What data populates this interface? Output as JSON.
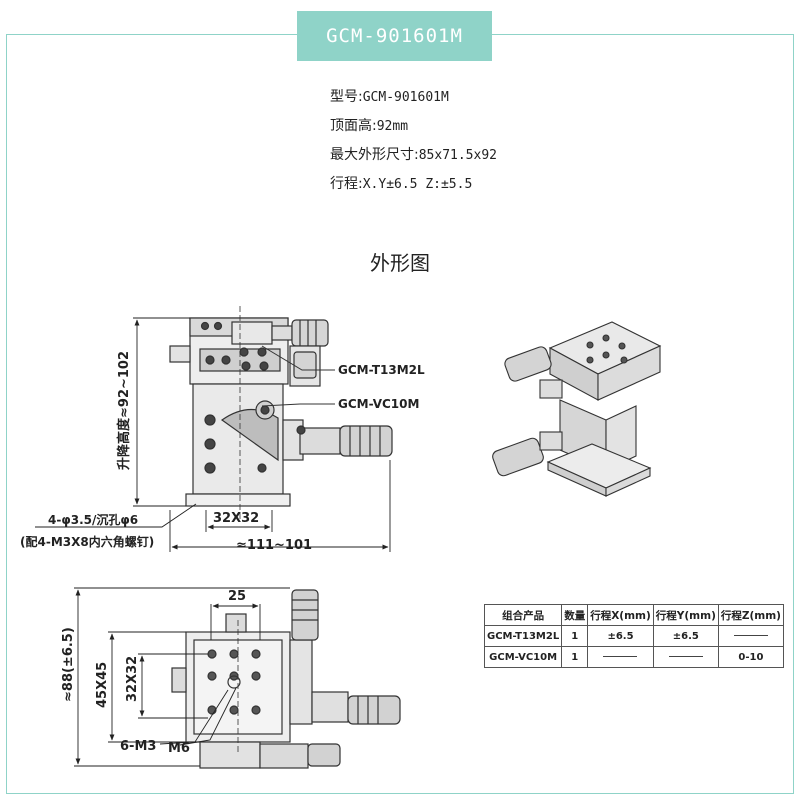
{
  "header": {
    "title": "GCM-901601M"
  },
  "specs": [
    {
      "label": "型号:",
      "value": "GCM-901601M"
    },
    {
      "label": "顶面高:",
      "value": "92mm"
    },
    {
      "label": "最大外形尺寸:",
      "value": "85x71.5x92"
    },
    {
      "label": "行程:",
      "value": "X.Y±6.5  Z:±5.5"
    }
  ],
  "section_title": "外形图",
  "front_view": {
    "height_label": "升降高度≈92~102",
    "callout_xy": "GCM-T13M2L",
    "callout_z": "GCM-VC10M",
    "hole_label": "4-φ3.5/沉孔φ6",
    "screw_label": "(配4-M3X8内六角螺钉)",
    "dim_base": "32X32",
    "dim_width": "≈111~101"
  },
  "top_view": {
    "dim_top": "25",
    "dim_height": "≈88(±6.5)",
    "dim_outer": "45X45",
    "dim_inner": "32X32",
    "thread_label": "6-M3",
    "center_label": "M6"
  },
  "table": {
    "headers": [
      "组合产品",
      "数量",
      "行程X(mm)",
      "行程Y(mm)",
      "行程Z(mm)"
    ],
    "rows": [
      [
        "GCM-T13M2L",
        "1",
        "±6.5",
        "±6.5",
        ""
      ],
      [
        "GCM-VC10M",
        "1",
        "",
        "",
        "0-10"
      ]
    ]
  },
  "colors": {
    "accent": "#8fd3c8",
    "line": "#333333",
    "body": "#e6e6e6"
  }
}
